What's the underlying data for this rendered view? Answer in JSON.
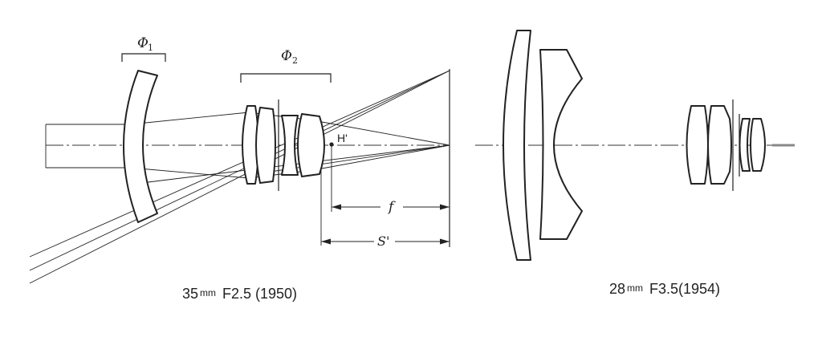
{
  "left_diagram": {
    "group1_label": "Φ",
    "group1_sub": "1",
    "group2_label": "Φ",
    "group2_sub": "2",
    "principal_point_label": "H'",
    "focal_length_label": "f",
    "back_focus_label": "S'",
    "caption_focal": "35",
    "caption_unit": "mm",
    "caption_rest": "F2.5 (1950)"
  },
  "right_diagram": {
    "caption_focal": "28",
    "caption_unit": "mm",
    "caption_rest": "F3.5(1954)"
  }
}
